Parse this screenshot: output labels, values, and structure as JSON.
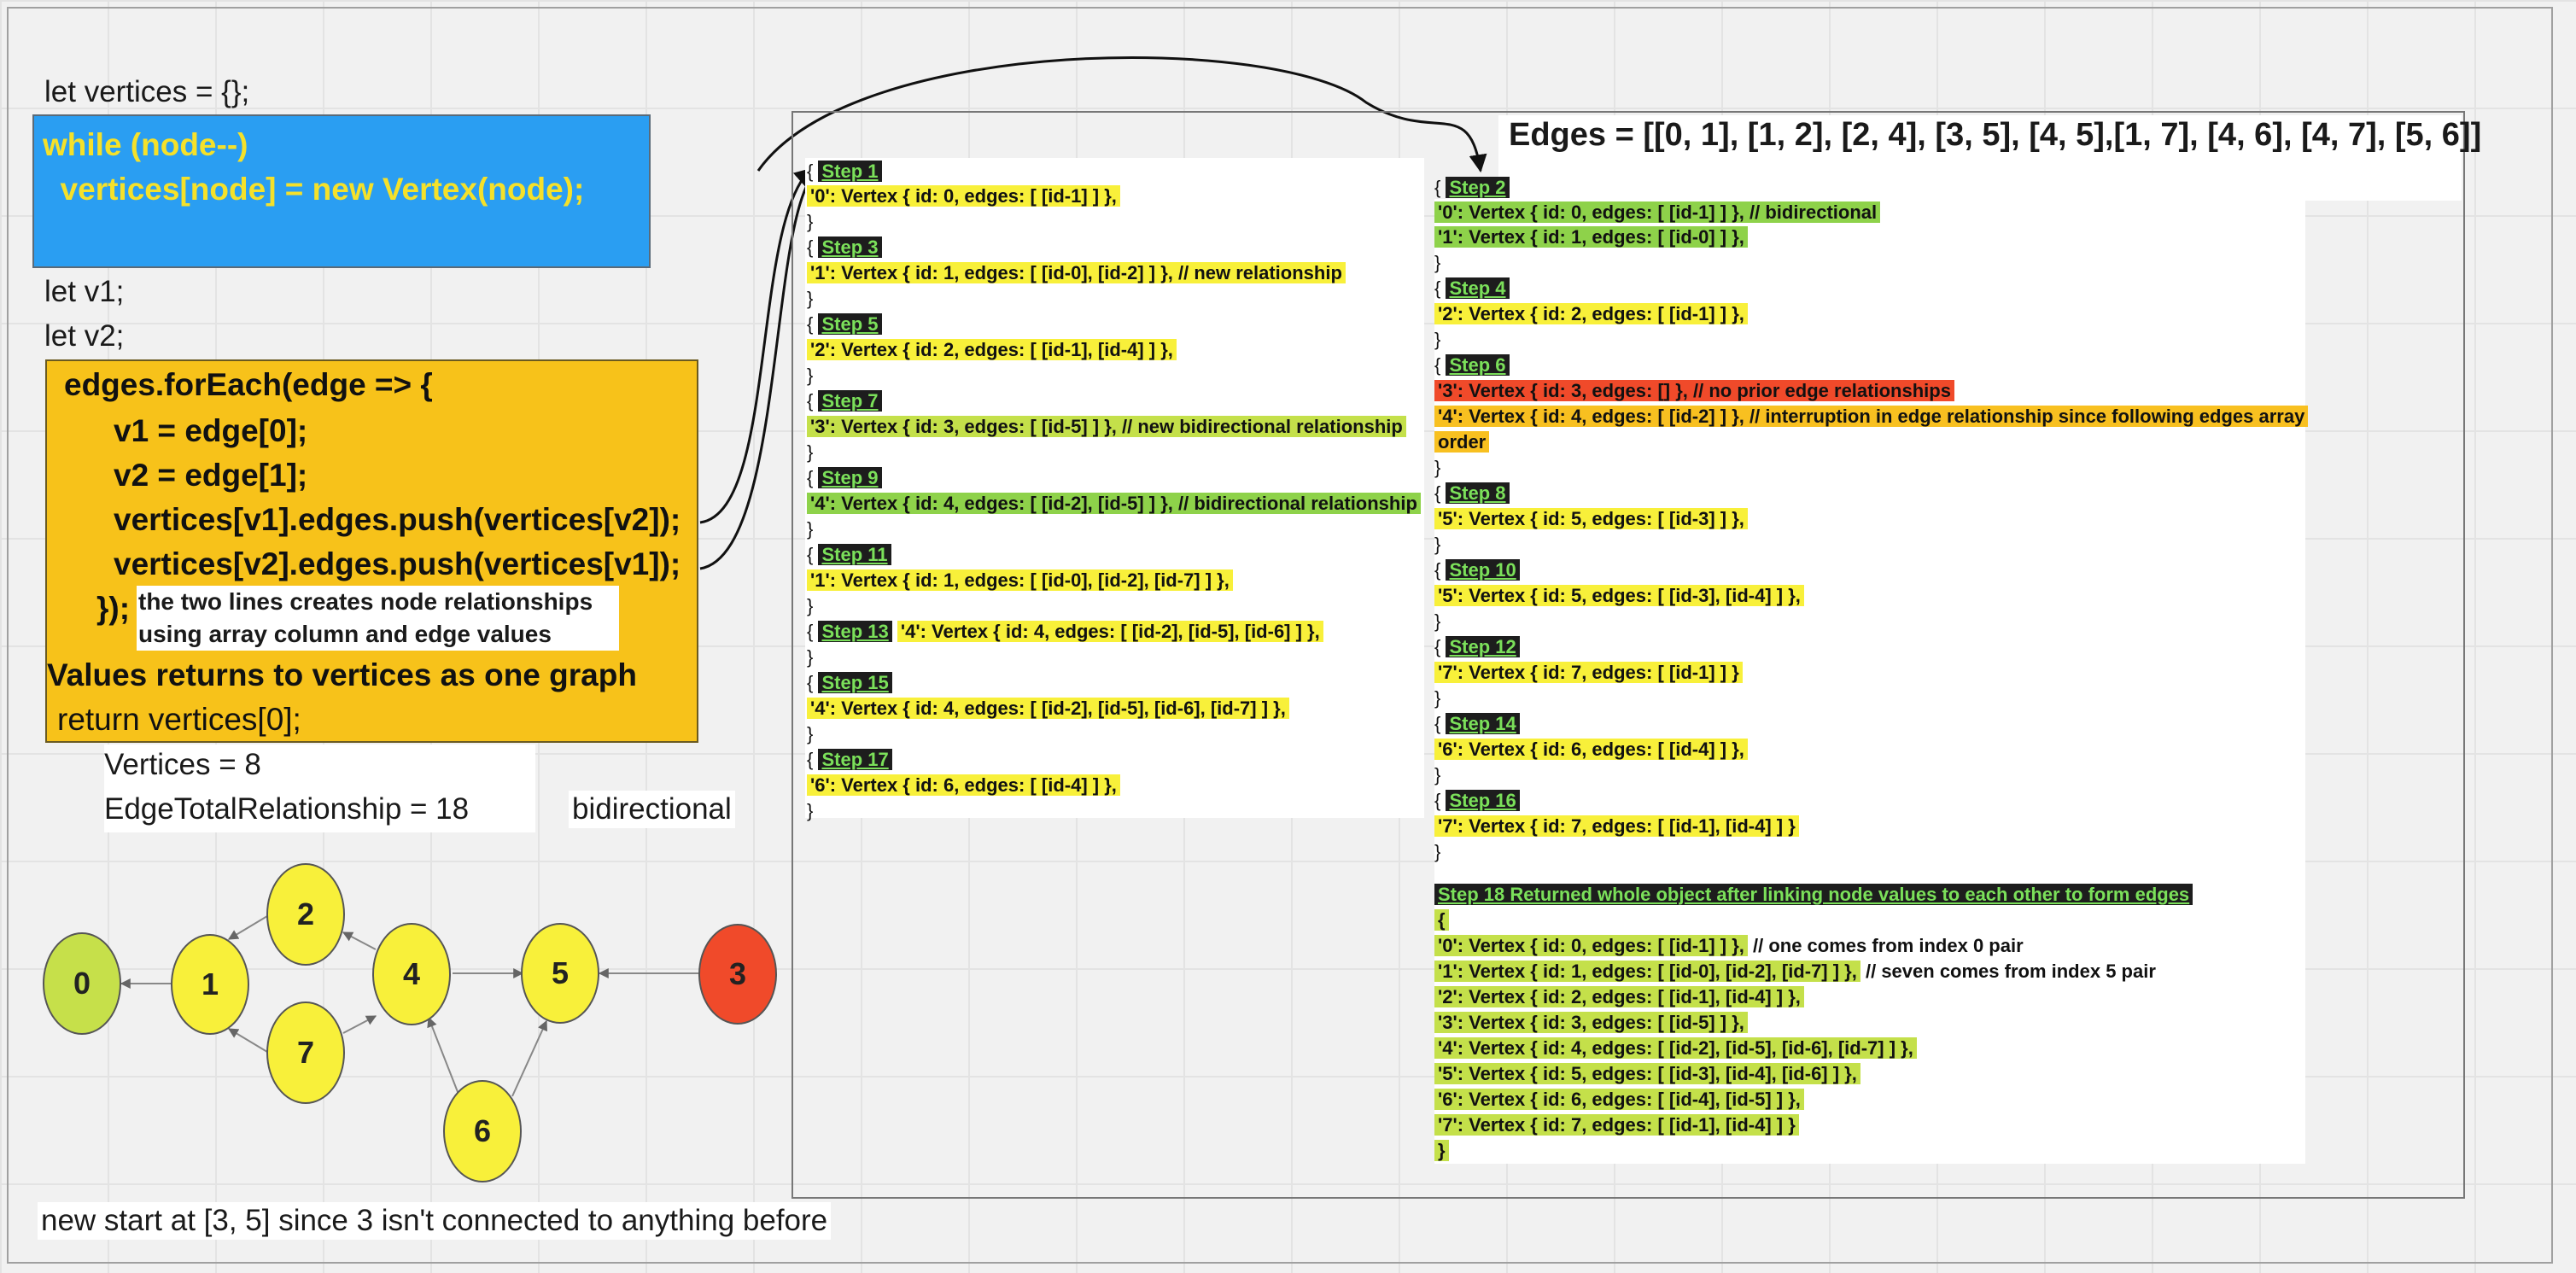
{
  "canvas": {
    "let_vertices": "let vertices = {};",
    "while_lines": [
      "while (node--)",
      "  vertices[node] = new Vertex(node);"
    ],
    "let_v1": "let v1;",
    "let_v2": "let v2;",
    "foreach_lines": [
      "edges.forEach(edge => {",
      "v1 = edge[0];",
      "v2 = edge[1];",
      "vertices[v1].edges.push(vertices[v2]);",
      "vertices[v2].edges.push(vertices[v1]);",
      "});"
    ],
    "note_lines": [
      "the two lines creates node relationships",
      "using array column and edge values"
    ],
    "values_returns": "Values returns to vertices as one graph",
    "return_line": "return vertices[0];",
    "vertices_count": "Vertices = 8",
    "edge_total": "EdgeTotalRelationship = 18",
    "bidirectional": "bidirectional",
    "bottom_note": "new start at [3, 5] since 3 isn't connected to anything before",
    "edges_title": "Edges = [[0, 1], [1, 2], [2, 4], [3, 5], [4, 5],[1, 7], [4, 6], [4, 7], [5, 6]]"
  },
  "graph": {
    "nodes": [
      {
        "label": "0",
        "color": "#c6e04a"
      },
      {
        "label": "1",
        "color": "#f8f03a"
      },
      {
        "label": "2",
        "color": "#f8f03a"
      },
      {
        "label": "7",
        "color": "#f8f03a"
      },
      {
        "label": "4",
        "color": "#f8f03a"
      },
      {
        "label": "5",
        "color": "#f8f03a"
      },
      {
        "label": "6",
        "color": "#f8f03a"
      },
      {
        "label": "3",
        "color": "#f04a2a"
      }
    ]
  },
  "left_steps": [
    {
      "step": "Step 1",
      "line": "'0': Vertex { id: 0, edges: [ [id-1] ] },",
      "hl": "y"
    },
    {
      "step": "Step 3",
      "line": "'1': Vertex { id: 1, edges: [ [id-0], [id-2] ] }, // new relationship",
      "hl": "y"
    },
    {
      "step": "Step 5",
      "line": "'2': Vertex { id: 2, edges: [ [id-1], [id-4] ] },",
      "hl": "y"
    },
    {
      "step": "Step 7",
      "line": "'3': Vertex { id: 3, edges: [ [id-5] ] }, // new bidirectional relationship",
      "hl": "lg"
    },
    {
      "step": "Step 9",
      "line": "'4': Vertex { id: 4, edges: [ [id-2], [id-5] ] }, //  bidirectional relationship",
      "hl": "g"
    },
    {
      "step": "Step 11",
      "line": "'1': Vertex { id: 1, edges: [ [id-0], [id-2], [id-7] ] },",
      "hl": "y"
    },
    {
      "step": "Step 13",
      "line": "'4': Vertex { id: 4, edges: [ [id-2], [id-5], [id-6] ] },",
      "hl": "y"
    },
    {
      "step": "Step 15",
      "line": "'4': Vertex { id: 4, edges: [ [id-2], [id-5], [id-6], [id-7] ] },",
      "hl": "y"
    },
    {
      "step": "Step 17",
      "line": "'6': Vertex { id: 6, edges: [ [id-4] ] },",
      "hl": "y"
    }
  ],
  "right_steps": {
    "step2": {
      "step": "Step 2",
      "lines": [
        "'0': Vertex { id: 0, edges: [ [id-1] ] },  // bidirectional",
        "'1': Vertex { id: 1, edges: [ [id-0] ] },"
      ]
    },
    "step4": {
      "step": "Step 4",
      "line": "'2': Vertex { id: 2, edges: [ [id-1] ] },"
    },
    "step6": {
      "step": "Step 6",
      "line_red": "'3': Vertex { id: 3, edges: [] }, // no prior edge relationships",
      "line_orange": "'4': Vertex { id: 4, edges: [ [id-2] ] }, // interruption in edge relationship since following edges array",
      "line_orange2": "order"
    },
    "step8": {
      "step": "Step 8",
      "line": "'5': Vertex { id: 5, edges: [ [id-3] ] },"
    },
    "step10": {
      "step": "Step 10",
      "line": "'5': Vertex { id: 5, edges: [ [id-3], [id-4] ] },"
    },
    "step12": {
      "step": "Step 12",
      "line": "'7': Vertex { id: 7, edges: [ [id-1] ] }"
    },
    "step14": {
      "step": "Step 14",
      "line": "'6': Vertex { id: 6, edges: [ [id-4] ] },"
    },
    "step16": {
      "step": "Step 16",
      "line": "'7': Vertex { id: 7, edges: [ [id-1], [id-4] ] }"
    },
    "step18": {
      "step": "Step 18 Returned whole object after linking node values to each other to form edges",
      "lines": [
        "'0': Vertex { id: 0, edges: [ [id-1] ] },",
        "'1': Vertex { id: 1, edges: [ [id-0], [id-2], [id-7] ] },",
        "'2': Vertex { id: 2, edges: [ [id-1], [id-4] ] },",
        "'3': Vertex { id: 3, edges: [ [id-5] ] },",
        "'4': Vertex { id: 4, edges: [ [id-2], [id-5], [id-6], [id-7] ] },",
        "'5': Vertex { id: 5, edges: [ [id-3], [id-4], [id-6] ] },",
        "'6': Vertex { id: 6, edges: [ [id-4], [id-5] ] },",
        "'7': Vertex { id: 7, edges: [ [id-1], [id-4] ] }"
      ],
      "comment0": "// one comes from index 0 pair",
      "comment1": "// seven comes from index 5 pair"
    }
  },
  "braces": {
    "open": "{",
    "close": "}"
  }
}
